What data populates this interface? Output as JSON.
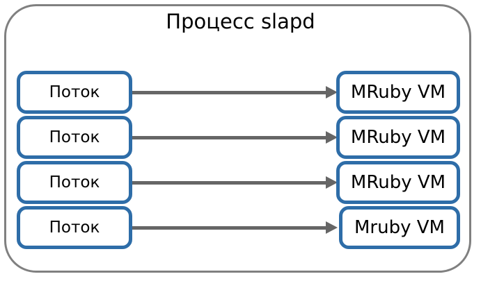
{
  "diagram": {
    "title": "Процесс slapd",
    "container_border_color": "#808080",
    "node_border_color": "#2E6DA8",
    "arrow_color": "#666666",
    "background_color": "#FFFFFF",
    "rows": [
      {
        "thread_label": "Поток",
        "vm_label": "MRuby VM",
        "arrow": "arrow-right"
      },
      {
        "thread_label": "Поток",
        "vm_label": "MRuby VM",
        "arrow": "arrow-right"
      },
      {
        "thread_label": "Поток",
        "vm_label": "MRuby VM",
        "arrow": "arrow-right"
      },
      {
        "thread_label": "Поток",
        "vm_label": "Mruby VM",
        "arrow": "arrow-right"
      }
    ]
  }
}
